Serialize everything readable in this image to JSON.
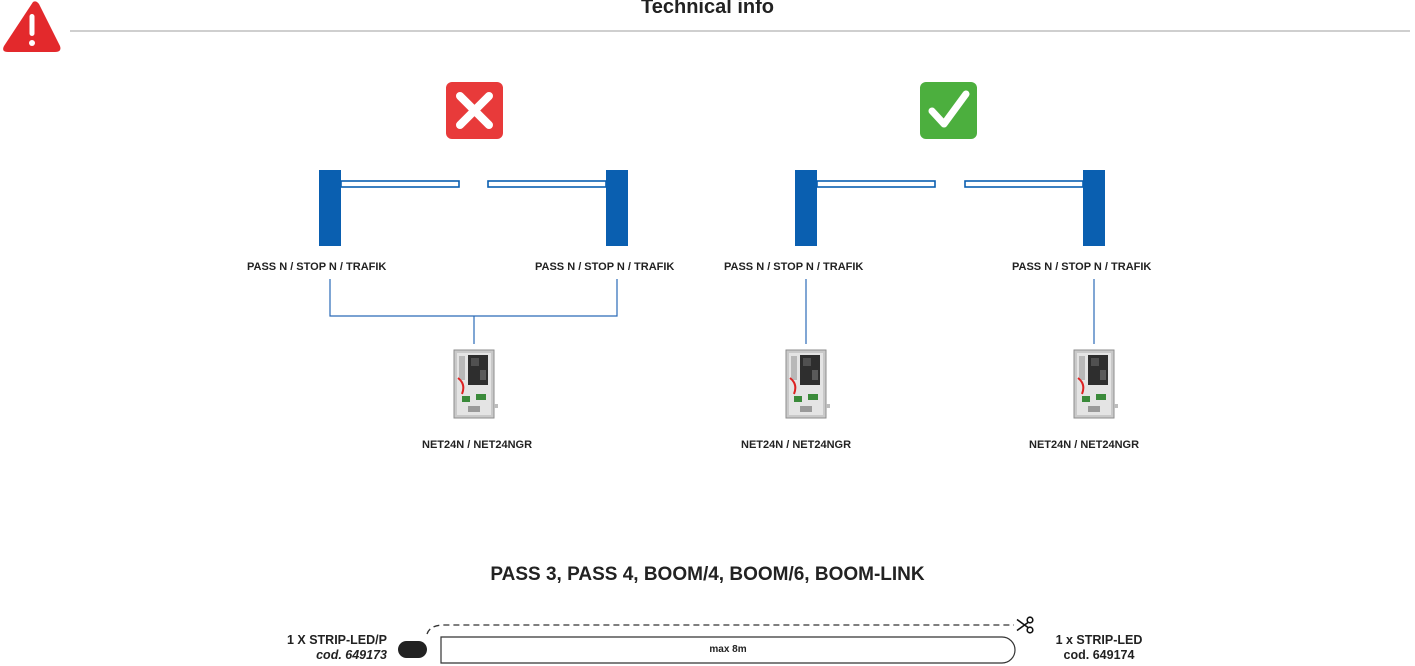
{
  "header": {
    "title": "Technical info"
  },
  "warning_icon": "warning-triangle-icon",
  "colors": {
    "barrier_blue": "#0a5fb0",
    "wrong_red": "#e83a3a",
    "correct_green": "#4caf3e",
    "wire_blue": "#2a6ab8"
  },
  "wrong_example": {
    "marker": "cross-icon",
    "barrier_labels": [
      "PASS N / STOP N / TRAFIK",
      "PASS N / STOP N / TRAFIK"
    ],
    "controller_label": "NET24N / NET24NGR"
  },
  "correct_example": {
    "marker": "check-icon",
    "barrier_labels": [
      "PASS N / STOP N / TRAFIK",
      "PASS N / STOP N / TRAFIK"
    ],
    "controller_labels": [
      "NET24N / NET24NGR",
      "NET24N / NET24NGR"
    ]
  },
  "strip_section": {
    "title": "PASS 3, PASS 4, BOOM/4, BOOM/6, BOOM-LINK",
    "left_label": "1 X STRIP-LED/P",
    "left_code": "cod. 649173",
    "right_label": "1 x STRIP-LED",
    "right_code": "cod. 649174",
    "length_label": "max 8m",
    "cut_icon": "scissors-icon"
  }
}
